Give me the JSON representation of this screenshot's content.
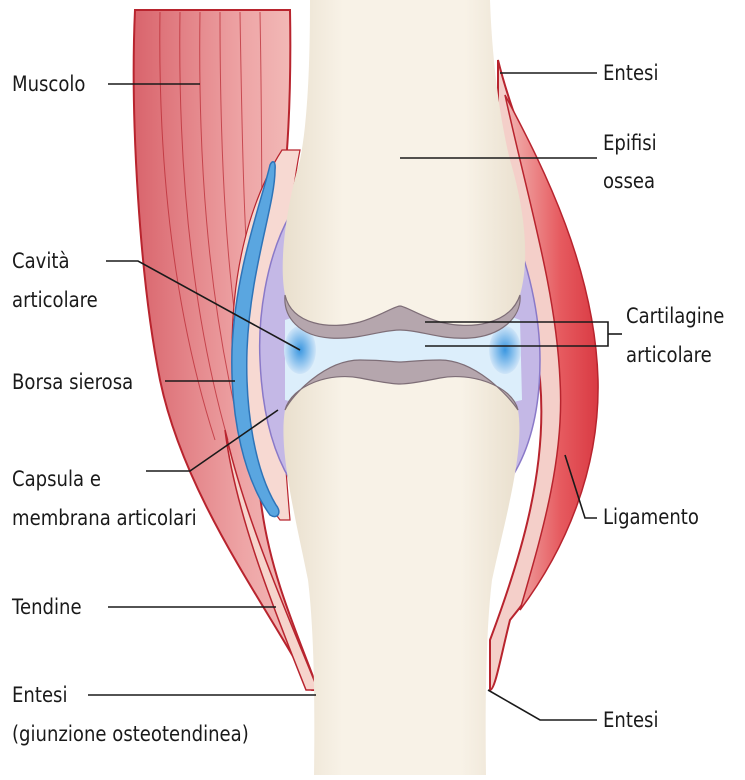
{
  "labels": {
    "muscolo": "Muscolo",
    "cavita_1": "Cavità",
    "cavita_2": "articolare",
    "borsa": "Borsa sierosa",
    "capsula_1": "Capsula e",
    "capsula_2": "membrana articolari",
    "tendine": "Tendine",
    "entesi_left_1": "Entesi",
    "entesi_left_2": "(giunzione osteotendinea)",
    "entesi_top": "Entesi",
    "epifisi_1": "Epifisi",
    "epifisi_2": "ossea",
    "cartilagine_1": "Cartilagine",
    "cartilagine_2": "articolare",
    "ligamento": "Ligamento",
    "entesi_bottom": "Entesi"
  },
  "colors": {
    "bone": "#f6efe2",
    "bone_shade": "#ddd2bf",
    "muscle": "#e79a9c",
    "muscle_dark": "#b8242e",
    "tendon": "#f6d4cc",
    "ligament": "#e5474e",
    "capsule": "#c4b8e6",
    "capsule_edge": "#8a79c8",
    "bursa": "#5aa6e0",
    "synovial": "#cfe5f8",
    "cartilage": "#b5a6ad",
    "leader": "#1a1a1a"
  }
}
